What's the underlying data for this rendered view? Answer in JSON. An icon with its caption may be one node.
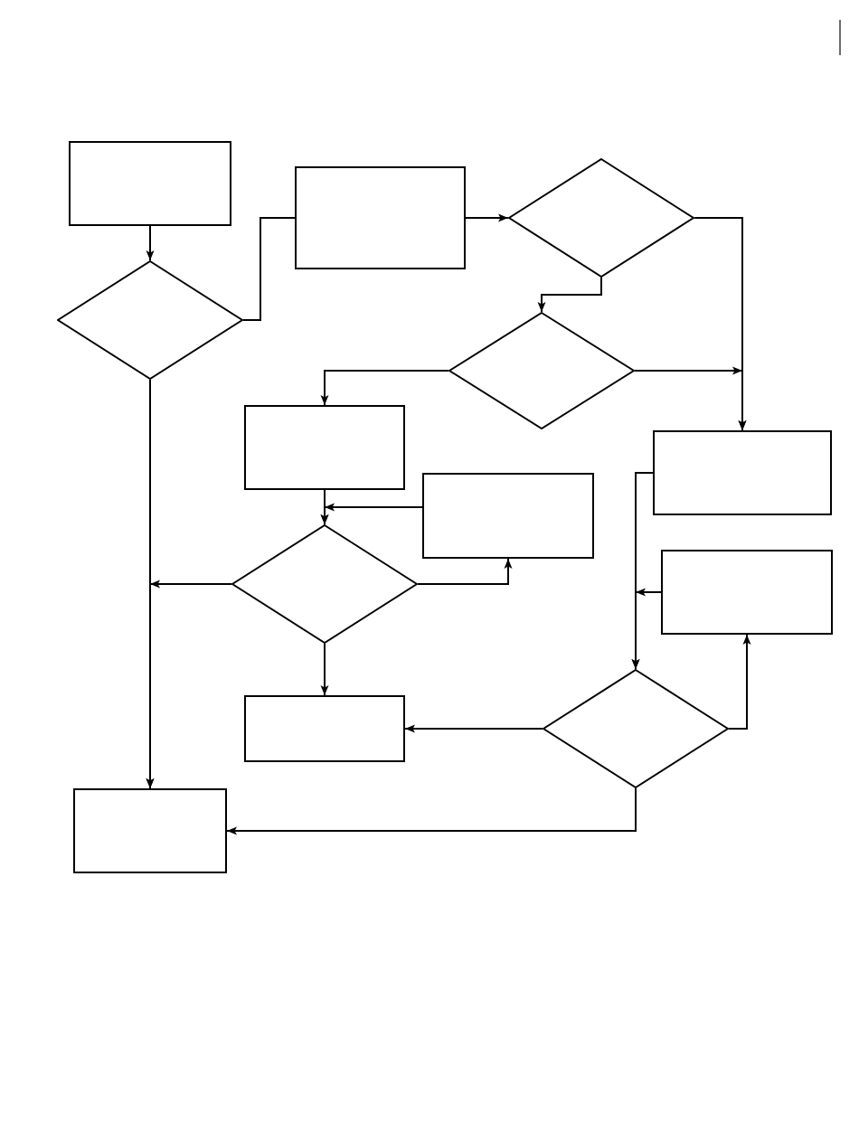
{
  "diagram": {
    "nodes": [
      {
        "text": [],
        "shape": "box"
      },
      {
        "text": [],
        "shape": "diamond"
      },
      {
        "text": [],
        "shape": "box"
      },
      {
        "text": [],
        "shape": "diamond"
      },
      {
        "text": [],
        "shape": "diamond"
      },
      {
        "text": [],
        "shape": "box"
      },
      {
        "text": [],
        "shape": "box"
      },
      {
        "text": [],
        "shape": "box"
      },
      {
        "text": [],
        "shape": "diamond"
      },
      {
        "text": [],
        "shape": "box"
      },
      {
        "text": [],
        "shape": "box"
      },
      {
        "text": [],
        "shape": "diamond"
      },
      {
        "text": [],
        "shape": "box"
      }
    ],
    "edges": [
      {
        "from": 0,
        "to": 1,
        "arrow": "to"
      },
      {
        "from": 1,
        "to": 2,
        "arrow": "none"
      },
      {
        "from": 2,
        "to": 3,
        "arrow": "to"
      },
      {
        "from": 3,
        "to": 7,
        "arrow": "to"
      },
      {
        "from": 3,
        "to": 4,
        "arrow": "to"
      },
      {
        "from": 4,
        "to": 7,
        "arrow": "to"
      },
      {
        "from": 4,
        "to": 5,
        "arrow": "to"
      },
      {
        "from": 1,
        "to": 12,
        "arrow": "to"
      },
      {
        "from": 5,
        "to": 8,
        "arrow": "to"
      },
      {
        "from": 6,
        "to": 8,
        "arrow": "to"
      },
      {
        "from": 8,
        "to": 12,
        "arrow": "to"
      },
      {
        "from": 8,
        "to": 6,
        "arrow": "to"
      },
      {
        "from": 8,
        "to": 10,
        "arrow": "to"
      },
      {
        "from": 7,
        "to": 11,
        "arrow": "to"
      },
      {
        "from": 9,
        "to": 11,
        "arrow": "to"
      },
      {
        "from": 11,
        "to": 10,
        "arrow": "to"
      },
      {
        "from": 11,
        "to": 9,
        "arrow": "to"
      },
      {
        "from": 11,
        "to": 12,
        "arrow": "to"
      }
    ]
  }
}
